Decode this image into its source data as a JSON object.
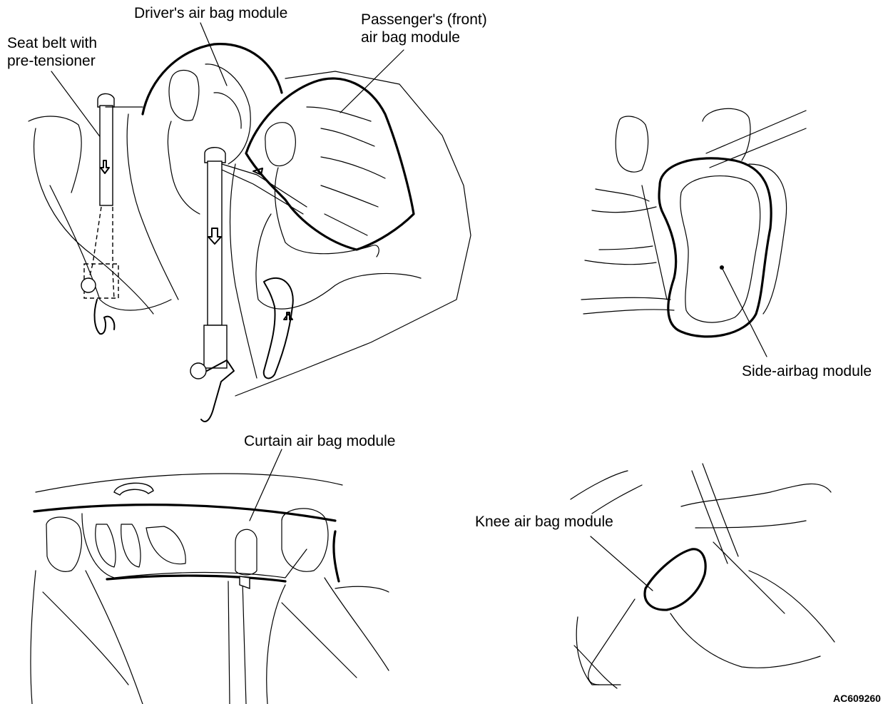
{
  "labels": {
    "seat_belt": [
      "Seat belt with",
      "pre-tensioner"
    ],
    "driver_airbag": "Driver's air bag module",
    "passenger_airbag": [
      "Passenger's (front)",
      "air bag module"
    ],
    "side_airbag": "Side-airbag module",
    "curtain_airbag": "Curtain air bag module",
    "knee_airbag": "Knee air bag module"
  },
  "figure_code": "AC609260"
}
